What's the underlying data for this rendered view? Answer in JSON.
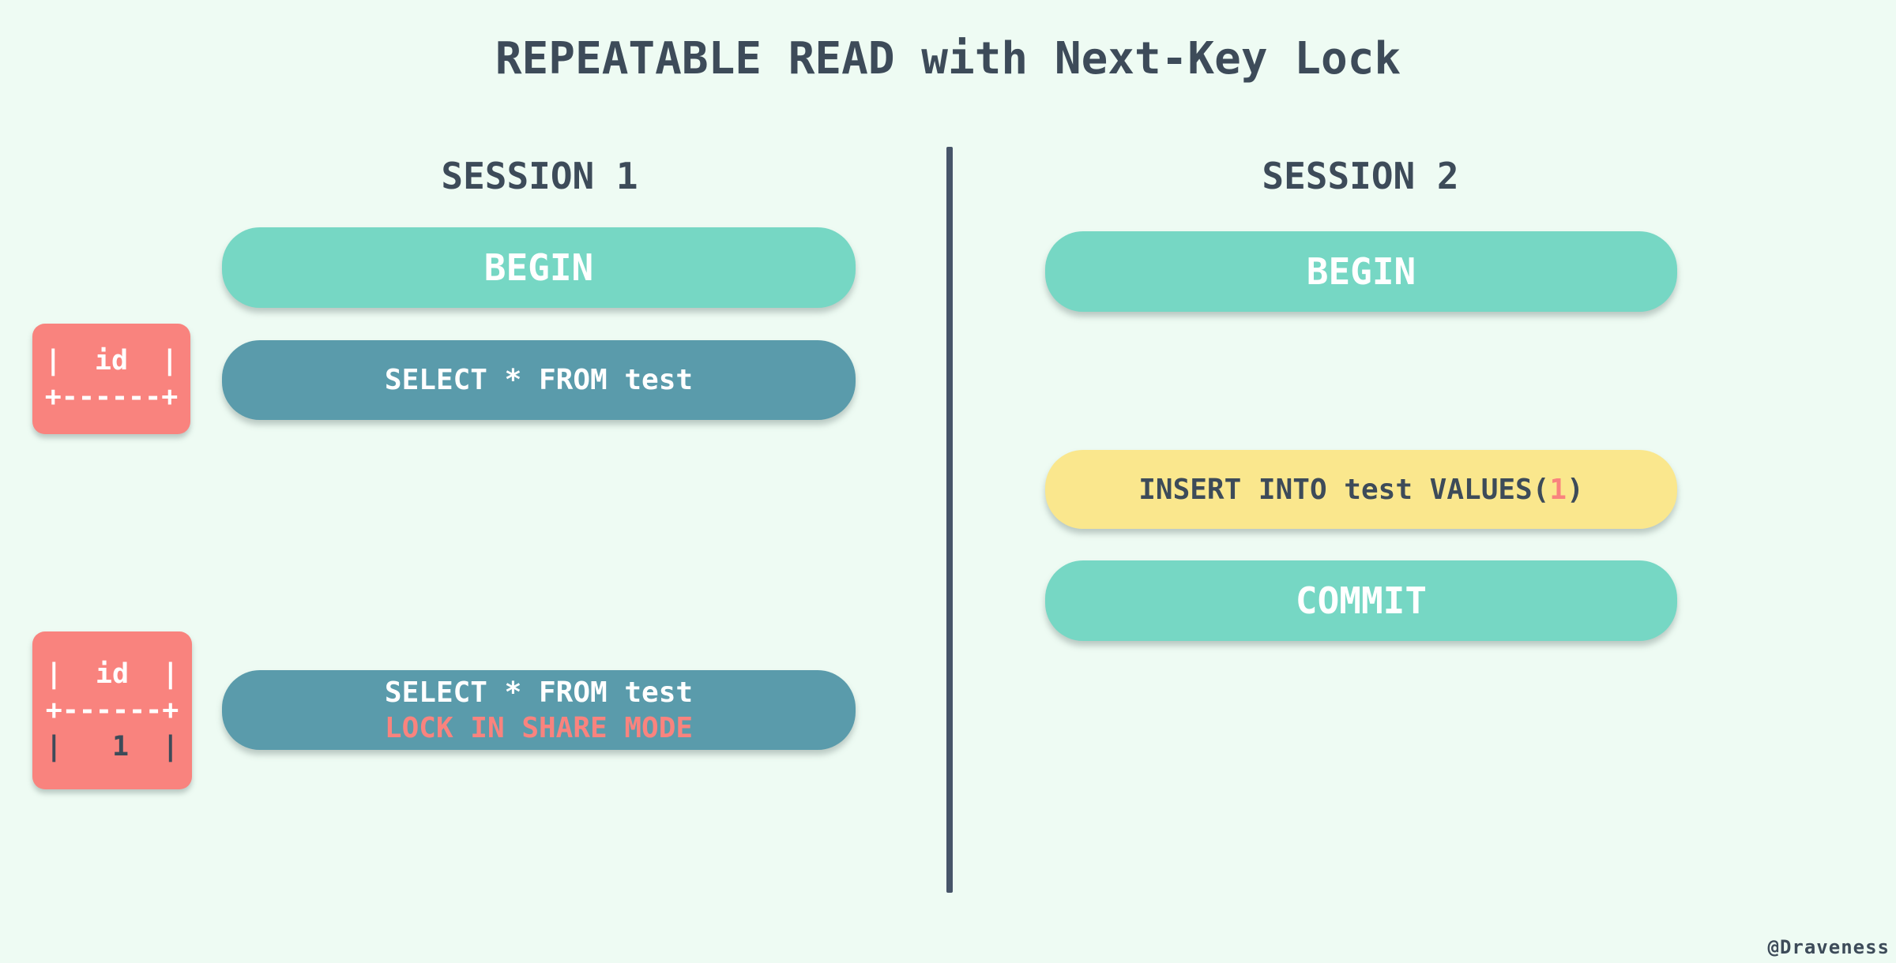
{
  "title": "REPEATABLE READ with Next-Key Lock",
  "credit": "@Draveness",
  "colors": {
    "background": "#eefbf3",
    "teal": "#76d7c4",
    "slate_blue": "#5a9bab",
    "yellow": "#fae78d",
    "salmon": "#f9837e",
    "dark_slate": "#3d4b59",
    "divider": "#475569"
  },
  "session1": {
    "label": "SESSION 1",
    "begin": "BEGIN",
    "select": "SELECT * FROM test",
    "select_repeat": "SELECT * FROM test",
    "lock_clause": "LOCK IN SHARE MODE"
  },
  "session2": {
    "label": "SESSION 2",
    "begin": "BEGIN",
    "insert_prefix": "INSERT INTO test VALUES(",
    "insert_value": "1",
    "insert_suffix": ")",
    "commit": "COMMIT"
  },
  "result1": {
    "line1": "|  id  |",
    "line2": "+------+"
  },
  "result2": {
    "line1": "|  id  |",
    "line2": "+------+",
    "line3": "|   1  |"
  }
}
